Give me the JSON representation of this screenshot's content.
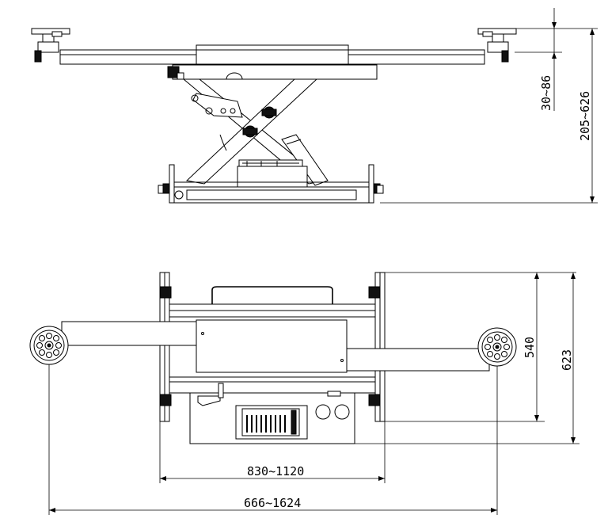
{
  "dimensions": {
    "lift_height": "30~86",
    "total_height": "205~626",
    "arm_width": "540",
    "frame_width": "623",
    "base_span": "830~1120",
    "arm_span": "666~1624"
  }
}
